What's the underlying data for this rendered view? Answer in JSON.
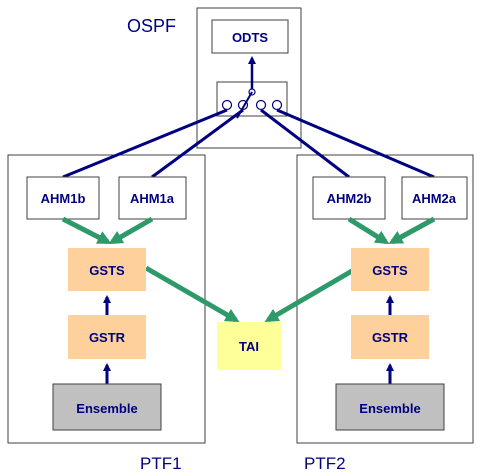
{
  "colors": {
    "navy": "#000080",
    "green": "#2e9a6a",
    "gsts_fill": "#fdd09c",
    "tai_fill": "#ffff99",
    "ensemble_fill": "#c0c0c0",
    "border": "#404040"
  },
  "labels": {
    "ospf": "OSPF",
    "odts": "ODTS",
    "ahm1b": "AHM1b",
    "ahm1a": "AHM1a",
    "ahm2b": "AHM2b",
    "ahm2a": "AHM2a",
    "gsts1": "GSTS",
    "gstr1": "GSTR",
    "ensemble1": "Ensemble",
    "gsts2": "GSTS",
    "gstr2": "GSTR",
    "ensemble2": "Ensemble",
    "tai": "TAI",
    "ptf1": "PTF1",
    "ptf2": "PTF2"
  }
}
